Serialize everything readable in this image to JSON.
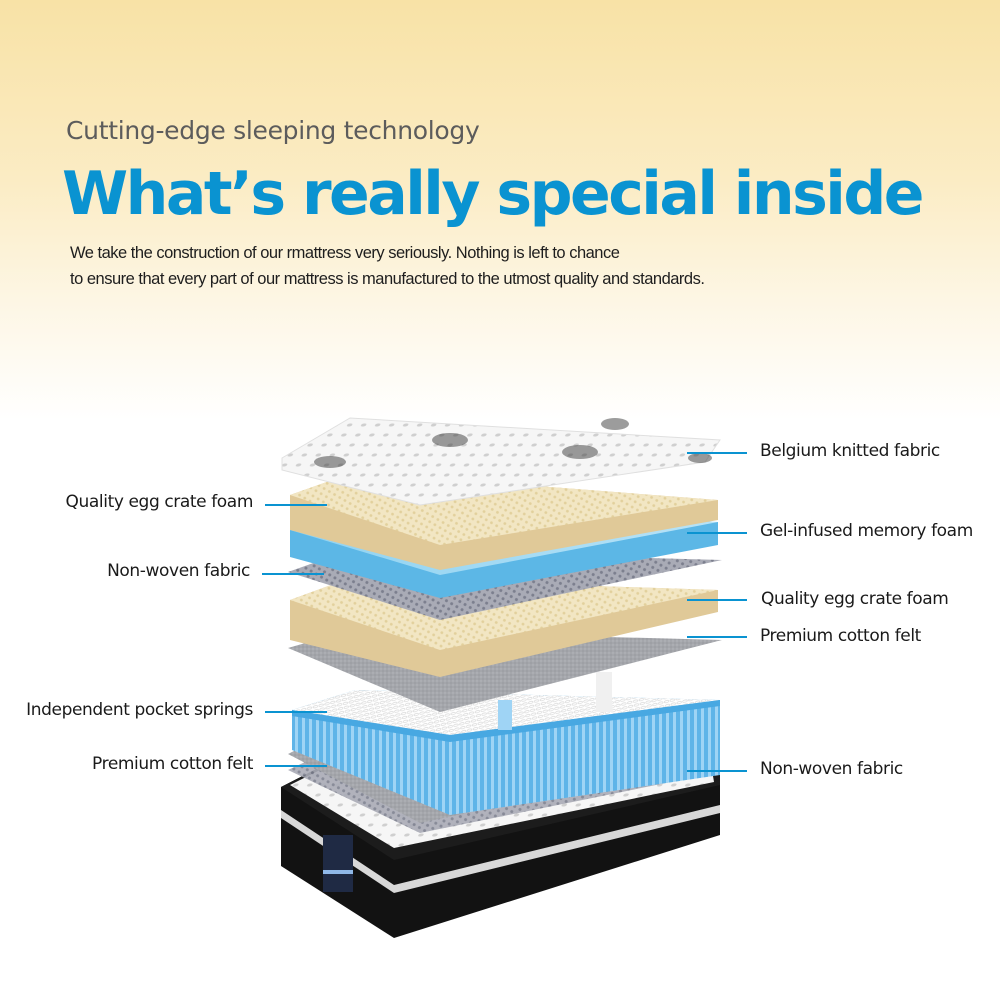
{
  "header": {
    "subtitle": "Cutting-edge sleeping technology",
    "title": "What’s really special inside",
    "intro_lines": [
      "We take the construction of our rmattress very seriously. Nothing is left to chance",
      "to ensure that every part of our mattress is manufactured to the utmost quality and standards."
    ]
  },
  "colors": {
    "accent": "#0a93d1",
    "subtitle": "#5c5c5c",
    "body_text": "#1e1e1e",
    "background_top": "#f8e2a6"
  },
  "layers_left": [
    {
      "label": "Quality egg crate foam"
    },
    {
      "label": "Non-woven fabric"
    },
    {
      "label": "Independent pocket springs"
    },
    {
      "label": "Premium cotton felt"
    }
  ],
  "layers_right": [
    {
      "label": "Belgium knitted fabric"
    },
    {
      "label": "Gel-infused memory foam"
    },
    {
      "label": "Quality egg crate foam"
    },
    {
      "label": "Premium cotton felt"
    },
    {
      "label": "Non-woven fabric"
    }
  ]
}
